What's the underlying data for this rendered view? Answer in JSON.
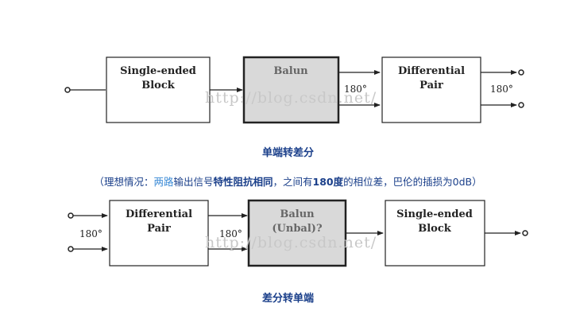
{
  "top": {
    "block1": "Single-ended\nBlock",
    "block2": "Balun",
    "block3": "Differential\nPair",
    "phase_mid": "180°",
    "phase_out": "180°",
    "caption": "单端转差分"
  },
  "note": {
    "open": "（",
    "p1": "理想情况：",
    "p2": "两路",
    "p3": "输出信号",
    "p4": "特性阻抗相同",
    "p5": "，之间有",
    "p6": "180度",
    "p7": "的相位差，巴伦的插损为0dB）"
  },
  "bottom": {
    "block1": "Differential\nPair",
    "block2": "Balun\n(Unbal)?",
    "block3": "Single-ended\nBlock",
    "phase_in": "180°",
    "phase_mid": "180°",
    "caption": "差分转单端"
  },
  "watermark": "http://blog.csdn.net/",
  "colors": {
    "block_fill": "#ffffff",
    "balun_fill": "#d9d9d9",
    "caption": "#1a3f8a",
    "watermark": "#c8c8c8"
  }
}
